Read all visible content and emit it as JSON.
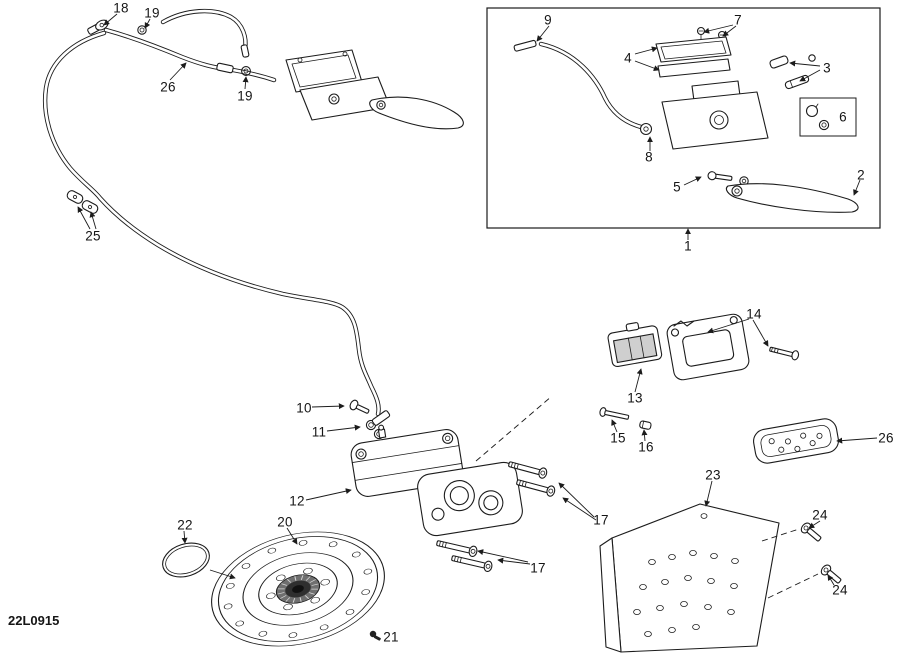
{
  "diagram": {
    "code": "22L0915",
    "callouts": [
      {
        "label": "18"
      },
      {
        "label": "19"
      },
      {
        "label": "26"
      },
      {
        "label": "19"
      },
      {
        "label": "9"
      },
      {
        "label": "7"
      },
      {
        "label": "4"
      },
      {
        "label": "3"
      },
      {
        "label": "6"
      },
      {
        "label": "8"
      },
      {
        "label": "5"
      },
      {
        "label": "2"
      },
      {
        "label": "1"
      },
      {
        "label": "25"
      },
      {
        "label": "14"
      },
      {
        "label": "13"
      },
      {
        "label": "10"
      },
      {
        "label": "11"
      },
      {
        "label": "15"
      },
      {
        "label": "16"
      },
      {
        "label": "26"
      },
      {
        "label": "23"
      },
      {
        "label": "12"
      },
      {
        "label": "24"
      },
      {
        "label": "17"
      },
      {
        "label": "22"
      },
      {
        "label": "20"
      },
      {
        "label": "17"
      },
      {
        "label": "24"
      },
      {
        "label": "21"
      }
    ]
  }
}
